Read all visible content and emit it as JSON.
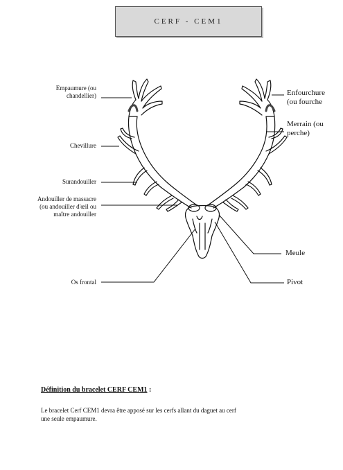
{
  "title": "CERF - CEM1",
  "labels": {
    "empaumure_l1": "Empaumure (ou",
    "empaumure_l2": "chandellier)",
    "chevillure": "Chevillure",
    "surandouiller": "Surandouiller",
    "andouiller_l1": "Andouiller de massacre",
    "andouiller_l2": "(ou andouiller d'œil ou",
    "andouiller_l3": "maître andouiller",
    "os_frontal": "Os frontal",
    "enfourchure_l1": "Enfourchure",
    "enfourchure_l2": "(ou fourche",
    "merrain_l1": "Merrain (ou",
    "merrain_l2": "perche)",
    "meule": "Meule",
    "pivot": "Pivot"
  },
  "definition": {
    "heading": "Définition du bracelet CERF CEM1",
    "heading_suffix": " :",
    "line1": "Le bracelet Cerf CEM1 devra être apposé sur les cerfs allant du daguet au cerf",
    "line2": "une seule empaumure."
  }
}
